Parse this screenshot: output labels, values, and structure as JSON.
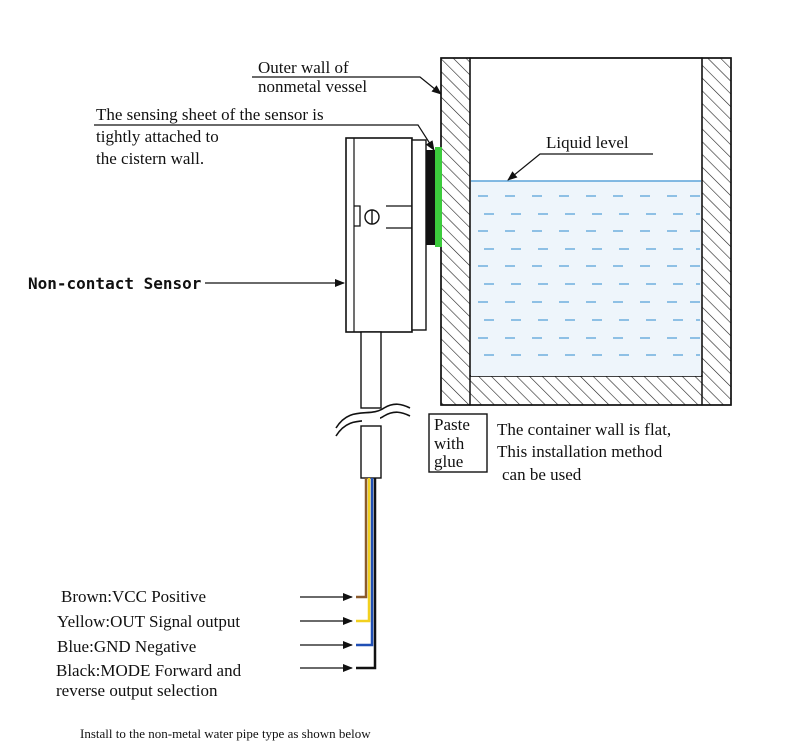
{
  "labels": {
    "outer_wall": [
      "Outer wall of",
      "nonmetal vessel"
    ],
    "sensing_sheet": [
      "The sensing sheet of the sensor is",
      "tightly attached to",
      "the cistern wall."
    ],
    "liquid_level": "Liquid level",
    "non_contact_sensor": "Non-contact Sensor",
    "paste_glue": [
      "Paste",
      "with",
      "glue"
    ],
    "container_note": [
      "The container wall is flat,",
      "This installation method",
      "can be used"
    ]
  },
  "wires": [
    {
      "label": "Brown:VCC Positive",
      "color": "#8B5A2B"
    },
    {
      "label": "Yellow:OUT Signal output",
      "color": "#F2D01E"
    },
    {
      "label": "Blue:GND Negative",
      "color": "#1F4FB5"
    },
    {
      "label": "Black:MODE Forward and",
      "label2": "reverse output selection",
      "color": "#111111"
    }
  ],
  "colors": {
    "liquid": "#5BA3D9",
    "liquid_fill": "#EEF5FB",
    "glue": "#3CCB3C",
    "line": "#111111"
  },
  "caption": "Install to the non-metal water pipe type as shown below"
}
